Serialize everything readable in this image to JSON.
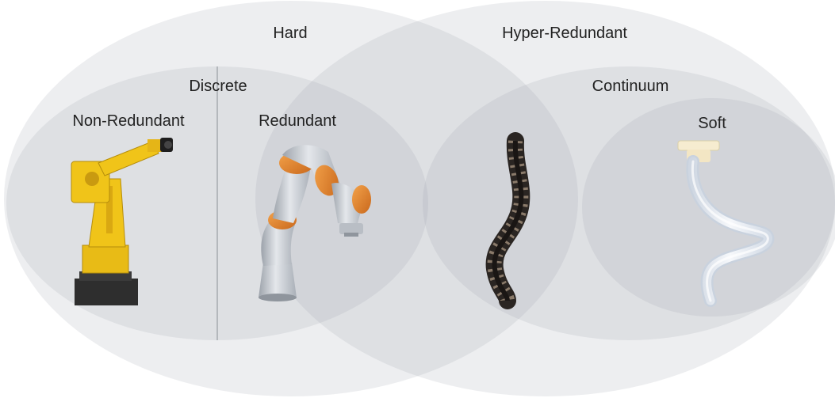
{
  "diagram": {
    "sets": {
      "hard": {
        "label": "Hard"
      },
      "hyper_redundant": {
        "label": "Hyper-Redundant"
      },
      "discrete": {
        "label": "Discrete"
      },
      "continuum": {
        "label": "Continuum"
      },
      "non_redundant": {
        "label": "Non-Redundant"
      },
      "redundant": {
        "label": "Redundant"
      },
      "soft": {
        "label": "Soft"
      }
    },
    "colors": {
      "ellipse_fill": "#9aa3ad",
      "divider": "#8a8f96",
      "yellow_robot": "#f0c419",
      "orange_accent": "#e8872a",
      "silver_robot": "#c5c9cf",
      "dark_robot": "#2a2522",
      "soft_robot": "#e8ecf2"
    },
    "images": [
      {
        "id": "industrial-arm",
        "icon": "yellow-industrial-robot-arm"
      },
      {
        "id": "kuka-arm",
        "icon": "silver-redundant-robot-arm"
      },
      {
        "id": "snake-robot",
        "icon": "hyper-redundant-snake-robot"
      },
      {
        "id": "soft-robot",
        "icon": "soft-continuum-tentacle"
      }
    ]
  }
}
